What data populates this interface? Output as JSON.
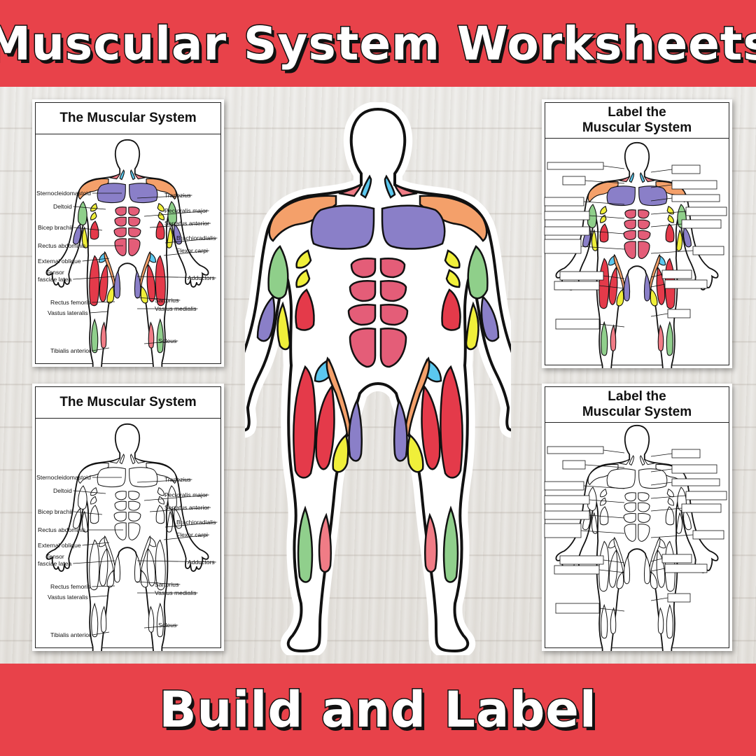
{
  "header": {
    "title": "Muscular System Worksheets"
  },
  "footer": {
    "subtitle": "Build and Label"
  },
  "sheets": {
    "colored_labeled": {
      "title": "The Muscular System"
    },
    "outline_labeled": {
      "title": "The Muscular System"
    },
    "colored_blank": {
      "title_line1": "Label the",
      "title_line2": "Muscular System"
    },
    "outline_blank": {
      "title_line1": "Label the",
      "title_line2": "Muscular System"
    }
  },
  "labels": {
    "sternocleidomastoid": "Sternocleidomastoid",
    "trapezius": "Trapezius",
    "deltoid": "Deltoid",
    "pectoralis_major": "Pectoralis major",
    "bicep_brachii": "Bicep brachii",
    "serratus_anterior": "Serratus anterior",
    "brachioradialis": "Brachioradialis",
    "rectus_abdominis": "Rectus abdominis",
    "flexor_carpi": "Flexor carpi",
    "external_oblique": "External oblique",
    "tensor_1": "Tensor",
    "tensor_2": "fasciae latea",
    "adductors": "Adductors",
    "sartorius": "Sartorius",
    "rectus_femoris": "Rectus femoris",
    "vastus_medialis": "Vastus medialis",
    "vastus_lateralis": "Vastus lateralis",
    "soleus": "Soleus",
    "tibialis_anterior": "Tibialis anterior"
  },
  "colors": {
    "banner": "#e8424a",
    "deltoid": "#f4a06a",
    "pectoralis": "#8a7fc8",
    "abdominis": "#e45d78",
    "bicep": "#8fcf8a",
    "serratus": "#f0ef3a",
    "neck": "#5bc8ef",
    "quad": "#e43a4a",
    "tibialis": "#90cf8c",
    "soleus": "#f07c86"
  }
}
